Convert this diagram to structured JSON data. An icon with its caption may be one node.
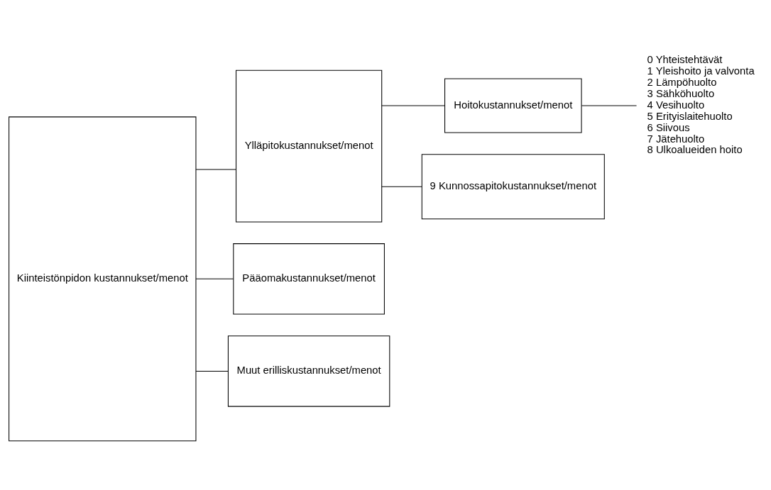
{
  "diagram": {
    "nodes": [
      {
        "text": [
          "Kiinteistönpidon kustannukset/menot"
        ]
      },
      {
        "text": [
          "Ylläpitokustannukset/menot"
        ]
      },
      {
        "text": [
          "Hoitokustannukset/menot"
        ]
      },
      {
        "text": [
          "9 Kunnossapitokustannukset/menot"
        ]
      },
      {
        "text": [
          "Pääomakustannukset/menot"
        ]
      },
      {
        "text": [
          "Muut erilliskustannukset/menot"
        ]
      },
      {
        "text": [
          "0 Yhteistehtävät",
          "1 Yleishoito ja valvonta",
          "2 Lämpöhuolto",
          "3 Sähköhuolto",
          "4 Vesihuolto",
          "5 Erityislaitehuolto",
          "6 Siivous",
          "7 Jätehuolto",
          "8 Ulkoalueiden hoito"
        ]
      }
    ],
    "edges": [
      {
        "from": 0,
        "to": 1,
        "arrow": "none"
      },
      {
        "from": 0,
        "to": 4,
        "arrow": "none"
      },
      {
        "from": 0,
        "to": 5,
        "arrow": "none"
      },
      {
        "from": 1,
        "to": 2,
        "arrow": "none"
      },
      {
        "from": 1,
        "to": 3,
        "arrow": "none"
      },
      {
        "from": 2,
        "to": 6,
        "arrow": "none"
      }
    ]
  }
}
